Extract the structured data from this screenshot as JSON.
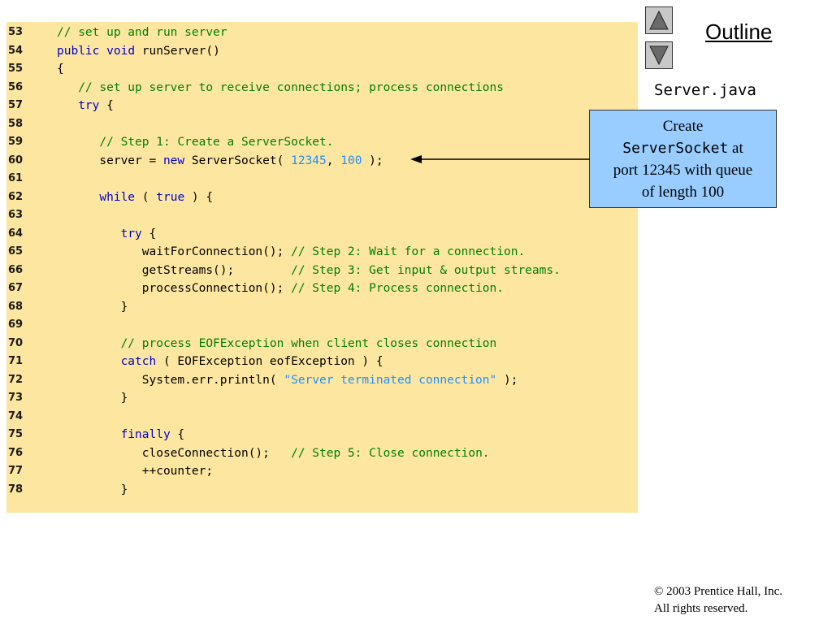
{
  "nav": {
    "up_icon": "triangle-up-icon",
    "down_icon": "triangle-down-icon",
    "outline_label": "Outline",
    "filename": "Server.java"
  },
  "callout": {
    "line1": "Create",
    "code": "ServerSocket",
    "after_code": " at",
    "line3": "port 12345 with queue",
    "line4": "of length 100",
    "bg_color": "#99ccff"
  },
  "footer": {
    "copyright_symbol": "©",
    "line1": " 2003 Prentice Hall, Inc.",
    "line2": "All rights reserved."
  },
  "code": {
    "background": "#fde6a0",
    "lines": [
      {
        "n": "53",
        "tokens": [
          {
            "t": "// set up and run server",
            "c": "cm"
          }
        ]
      },
      {
        "n": "54",
        "tokens": [
          {
            "t": "public",
            "c": "kw"
          },
          {
            "t": " ",
            "c": "pl"
          },
          {
            "t": "void",
            "c": "kw"
          },
          {
            "t": " runServer()",
            "c": "pl"
          }
        ]
      },
      {
        "n": "55",
        "tokens": [
          {
            "t": "{",
            "c": "pl"
          }
        ]
      },
      {
        "n": "56",
        "tokens": [
          {
            "t": "   // set up server to receive connections; process connections",
            "c": "cm"
          }
        ]
      },
      {
        "n": "57",
        "tokens": [
          {
            "t": "   ",
            "c": "pl"
          },
          {
            "t": "try",
            "c": "kw"
          },
          {
            "t": " {",
            "c": "pl"
          }
        ]
      },
      {
        "n": "58",
        "tokens": []
      },
      {
        "n": "59",
        "tokens": [
          {
            "t": "      // Step 1: Create a ServerSocket.",
            "c": "cm"
          }
        ]
      },
      {
        "n": "60",
        "tokens": [
          {
            "t": "      server = ",
            "c": "pl"
          },
          {
            "t": "new",
            "c": "kw"
          },
          {
            "t": " ServerSocket( ",
            "c": "pl"
          },
          {
            "t": "12345",
            "c": "num"
          },
          {
            "t": ", ",
            "c": "pl"
          },
          {
            "t": "100",
            "c": "num"
          },
          {
            "t": " );",
            "c": "pl"
          }
        ]
      },
      {
        "n": "61",
        "tokens": []
      },
      {
        "n": "62",
        "tokens": [
          {
            "t": "      ",
            "c": "pl"
          },
          {
            "t": "while",
            "c": "kw"
          },
          {
            "t": " ( ",
            "c": "pl"
          },
          {
            "t": "true",
            "c": "kw"
          },
          {
            "t": " ) {",
            "c": "pl"
          }
        ]
      },
      {
        "n": "63",
        "tokens": []
      },
      {
        "n": "64",
        "tokens": [
          {
            "t": "         ",
            "c": "pl"
          },
          {
            "t": "try",
            "c": "kw"
          },
          {
            "t": " {",
            "c": "pl"
          }
        ]
      },
      {
        "n": "65",
        "tokens": [
          {
            "t": "            waitForConnection(); ",
            "c": "pl"
          },
          {
            "t": "// Step 2: Wait for a connection.",
            "c": "cm"
          }
        ]
      },
      {
        "n": "66",
        "tokens": [
          {
            "t": "            getStreams();        ",
            "c": "pl"
          },
          {
            "t": "// Step 3: Get input & output streams.",
            "c": "cm"
          }
        ]
      },
      {
        "n": "67",
        "tokens": [
          {
            "t": "            processConnection(); ",
            "c": "pl"
          },
          {
            "t": "// Step 4: Process connection.",
            "c": "cm"
          }
        ]
      },
      {
        "n": "68",
        "tokens": [
          {
            "t": "         }",
            "c": "pl"
          }
        ]
      },
      {
        "n": "69",
        "tokens": []
      },
      {
        "n": "70",
        "tokens": [
          {
            "t": "         // process EOFException when client closes connection",
            "c": "cm"
          }
        ]
      },
      {
        "n": "71",
        "tokens": [
          {
            "t": "         ",
            "c": "pl"
          },
          {
            "t": "catch",
            "c": "kw"
          },
          {
            "t": " ( EOFException eofException ) {",
            "c": "pl"
          }
        ]
      },
      {
        "n": "72",
        "tokens": [
          {
            "t": "            System.err.println( ",
            "c": "pl"
          },
          {
            "t": "\"Server terminated connection\"",
            "c": "str"
          },
          {
            "t": " );",
            "c": "pl"
          }
        ]
      },
      {
        "n": "73",
        "tokens": [
          {
            "t": "         }",
            "c": "pl"
          }
        ]
      },
      {
        "n": "74",
        "tokens": []
      },
      {
        "n": "75",
        "tokens": [
          {
            "t": "         ",
            "c": "pl"
          },
          {
            "t": "finally",
            "c": "kw"
          },
          {
            "t": " {",
            "c": "pl"
          }
        ]
      },
      {
        "n": "76",
        "tokens": [
          {
            "t": "            closeConnection();   ",
            "c": "pl"
          },
          {
            "t": "// Step 5: Close connection.",
            "c": "cm"
          }
        ]
      },
      {
        "n": "77",
        "tokens": [
          {
            "t": "            ++counter;",
            "c": "pl"
          }
        ]
      },
      {
        "n": "78",
        "tokens": [
          {
            "t": "         }",
            "c": "pl"
          }
        ]
      }
    ]
  }
}
